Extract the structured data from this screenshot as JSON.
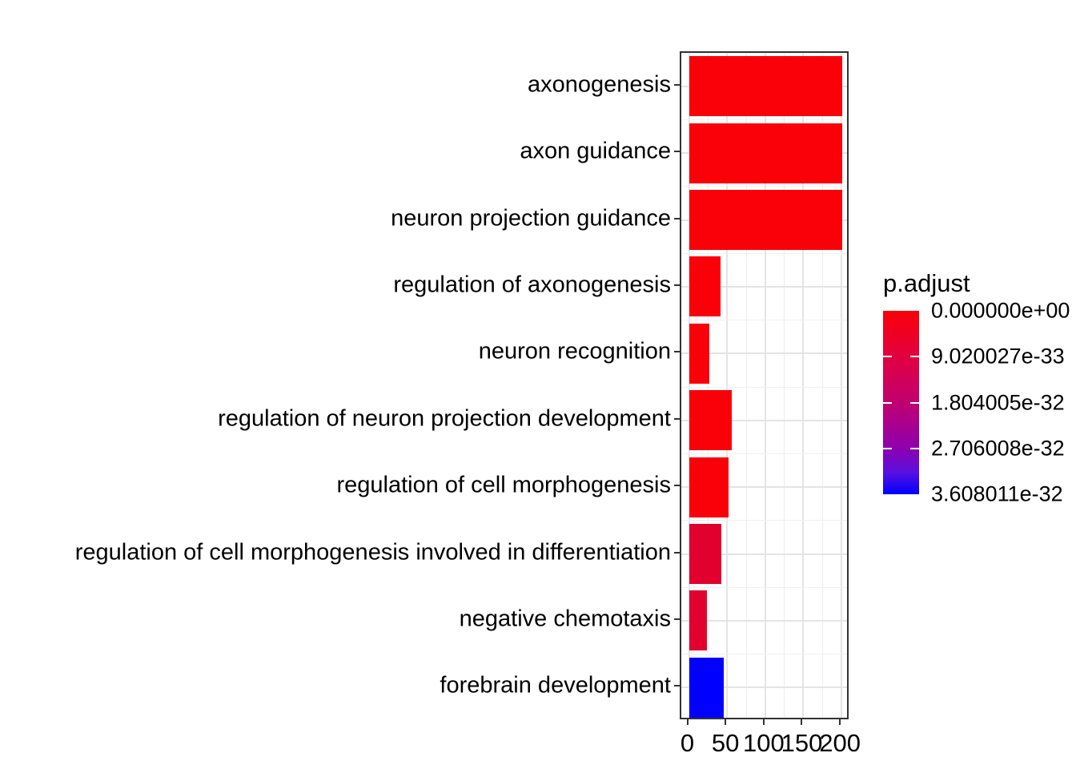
{
  "chart_data": {
    "type": "bar",
    "orientation": "horizontal",
    "title": "",
    "xlabel": "",
    "ylabel": "",
    "categories": [
      "axonogenesis",
      "axon guidance",
      "neuron projection guidance",
      "regulation of axonogenesis",
      "neuron recognition",
      "regulation of neuron projection development",
      "regulation of cell morphogenesis",
      "regulation of cell morphogenesis involved in differentiation",
      "negative chemotaxis",
      "forebrain development"
    ],
    "values": [
      201,
      201,
      201,
      41,
      27,
      56,
      52,
      43,
      24,
      46
    ],
    "bar_colors": [
      "#FA0009",
      "#FA0009",
      "#FA0009",
      "#FA0009",
      "#FA0009",
      "#FA0009",
      "#FA0009",
      "#E2002E",
      "#E2002E",
      "#0000FF"
    ],
    "x_ticks": [
      0,
      50,
      100,
      150,
      200
    ],
    "x_tick_labels": [
      "0",
      "50",
      "100",
      "150",
      "200"
    ],
    "x_minor_step": 25,
    "xlim": [
      -10,
      211.4
    ],
    "grid": true,
    "legend": {
      "title": "p.adjust",
      "position": "right",
      "labels": [
        "0.000000e+00",
        "9.020027e-33",
        "1.804005e-32",
        "2.706008e-32",
        "3.608011e-32"
      ],
      "gradient": [
        {
          "pos": 0,
          "color": "#FA0009"
        },
        {
          "pos": 25,
          "color": "#E2003F"
        },
        {
          "pos": 50,
          "color": "#C10070"
        },
        {
          "pos": 75,
          "color": "#8E00AF"
        },
        {
          "pos": 88,
          "color": "#5A10E0"
        },
        {
          "pos": 100,
          "color": "#0000FF"
        }
      ]
    }
  }
}
